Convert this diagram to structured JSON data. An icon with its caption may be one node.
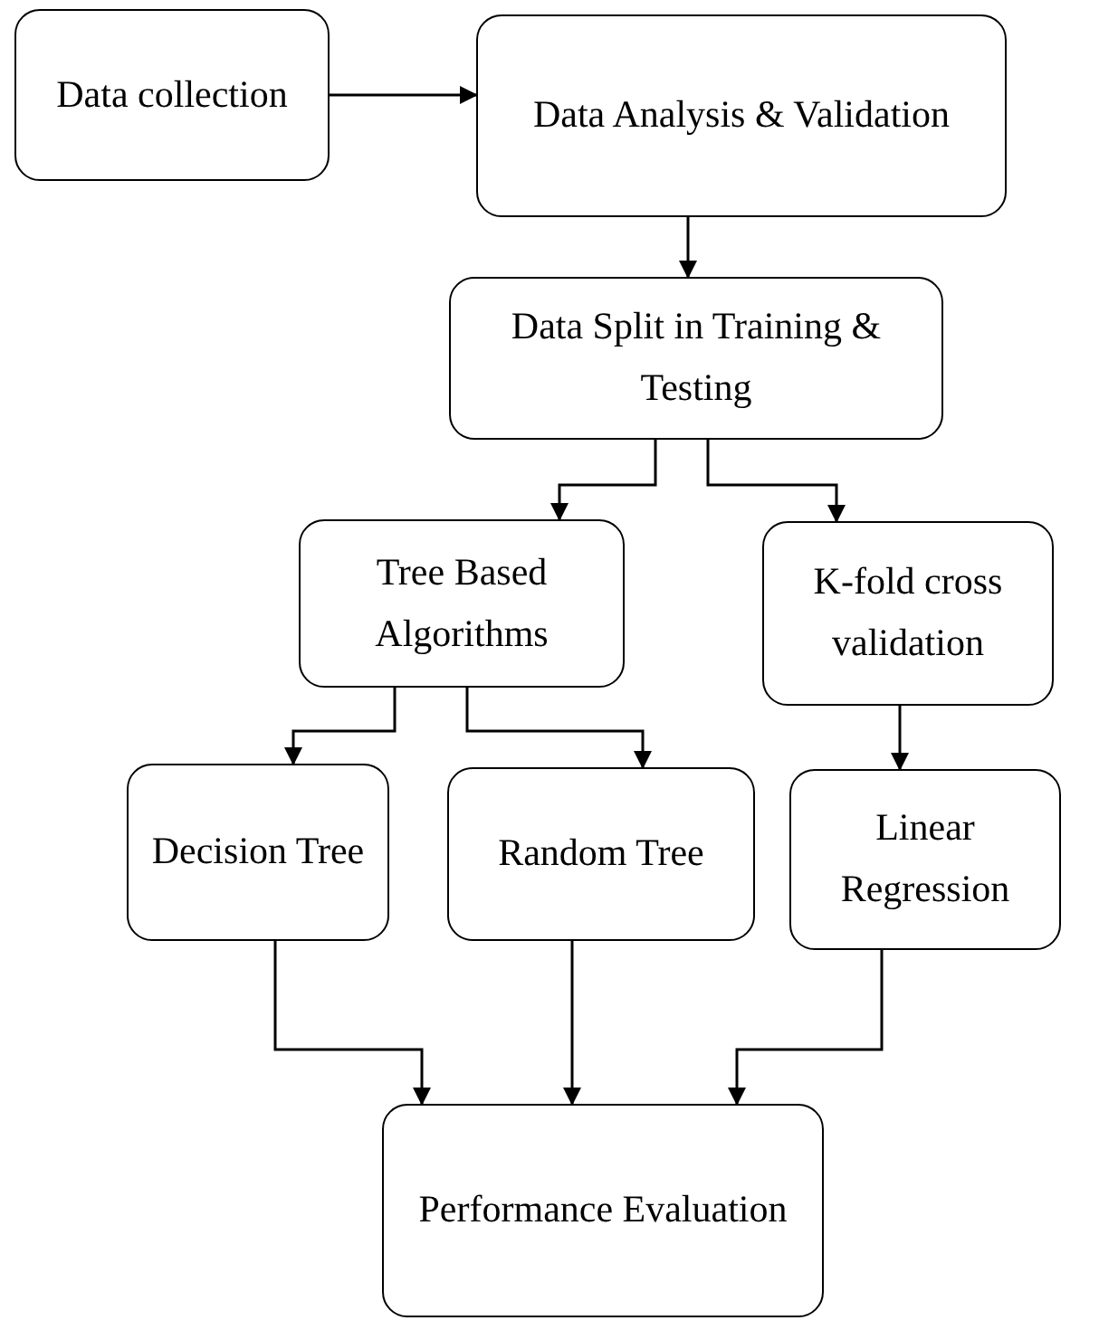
{
  "diagram": {
    "nodes": [
      {
        "text": [
          "Data collection"
        ]
      },
      {
        "text": [
          "Data Analysis & Validation"
        ]
      },
      {
        "text": [
          "Data Split in Training & Testing"
        ]
      },
      {
        "text": [
          "Tree Based Algorithms"
        ]
      },
      {
        "text": [
          "K-fold cross validation"
        ]
      },
      {
        "text": [
          "Decision Tree"
        ]
      },
      {
        "text": [
          "Random Tree"
        ]
      },
      {
        "text": [
          "Linear Regression"
        ]
      },
      {
        "text": [
          "Performance Evaluation"
        ]
      }
    ],
    "edges": [
      {
        "from": 0,
        "to": 1,
        "arrow": "to"
      },
      {
        "from": 1,
        "to": 2,
        "arrow": "to"
      },
      {
        "from": 2,
        "to": 3,
        "arrow": "to"
      },
      {
        "from": 2,
        "to": 4,
        "arrow": "to"
      },
      {
        "from": 3,
        "to": 5,
        "arrow": "to"
      },
      {
        "from": 3,
        "to": 6,
        "arrow": "to"
      },
      {
        "from": 4,
        "to": 7,
        "arrow": "to"
      },
      {
        "from": 5,
        "to": 8,
        "arrow": "to"
      },
      {
        "from": 6,
        "to": 8,
        "arrow": "to"
      },
      {
        "from": 7,
        "to": 8,
        "arrow": "to"
      }
    ]
  }
}
